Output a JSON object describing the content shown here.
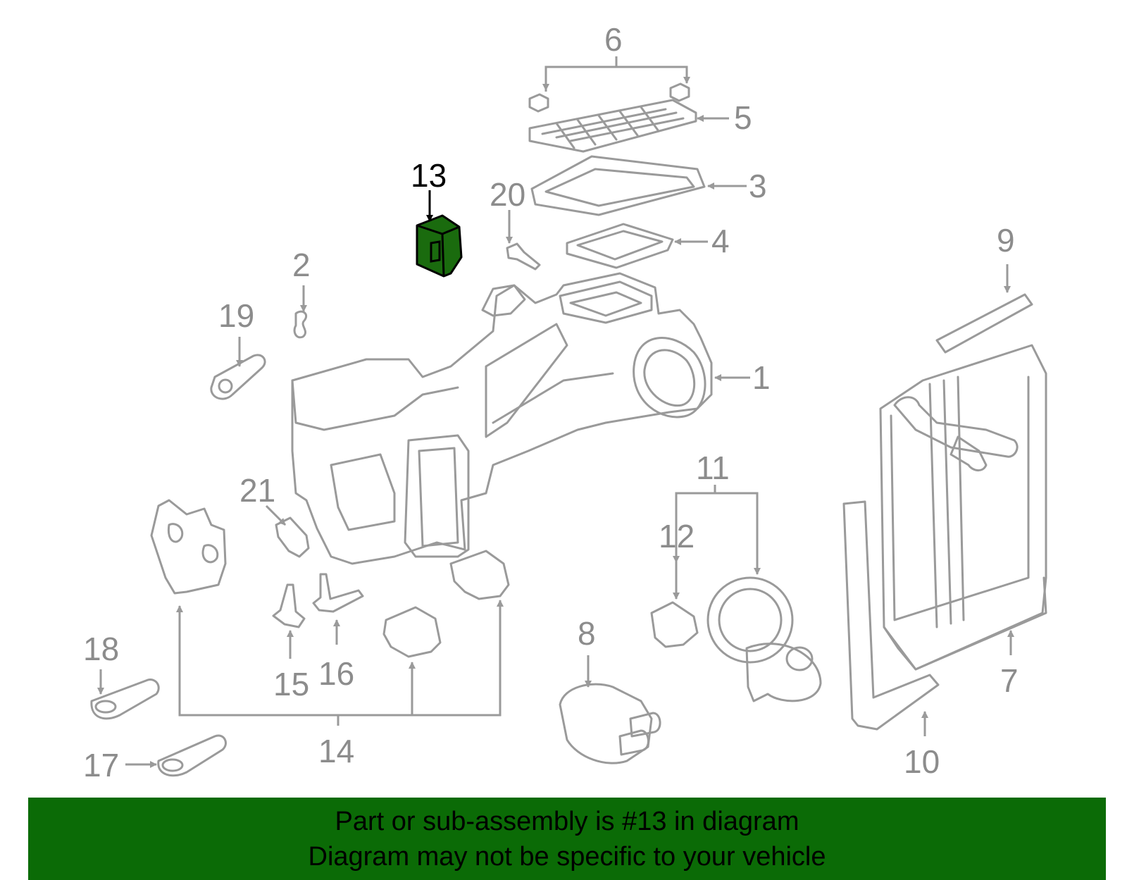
{
  "callouts": {
    "c1": "1",
    "c2": "2",
    "c3": "3",
    "c4": "4",
    "c5": "5",
    "c6": "6",
    "c7": "7",
    "c8": "8",
    "c9": "9",
    "c10": "10",
    "c11": "11",
    "c12": "12",
    "c13": "13",
    "c14": "14",
    "c15": "15",
    "c16": "16",
    "c17": "17",
    "c18": "18",
    "c19": "19",
    "c20": "20",
    "c21": "21"
  },
  "highlight": {
    "part": "13",
    "color": "#1a6b0e"
  },
  "colors": {
    "line": "#9a9a9a",
    "footer_bg": "#0b6b06"
  },
  "footer": {
    "line1": "Part or sub-assembly is #13 in diagram",
    "line2": "Diagram may not be specific to your vehicle"
  }
}
